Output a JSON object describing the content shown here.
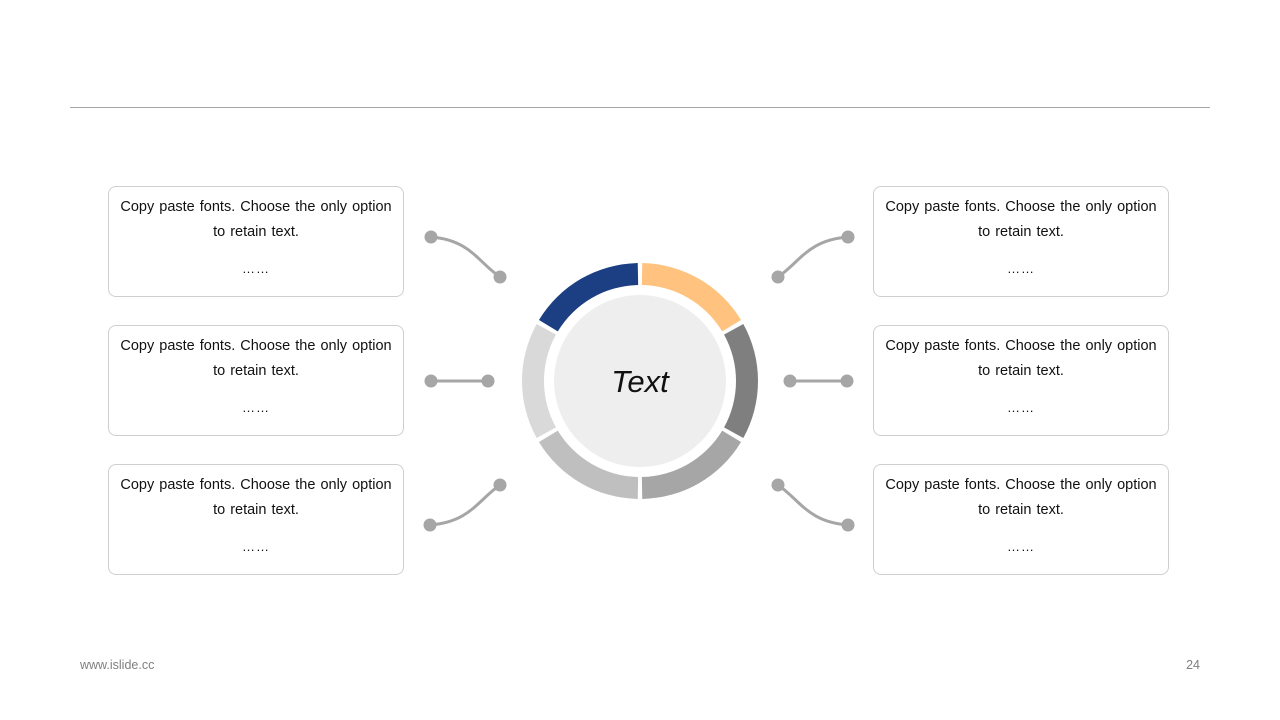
{
  "center": {
    "label": "Text"
  },
  "cards": {
    "left": [
      {
        "text": "Copy paste fonts. Choose the only option to retain text.",
        "ellipsis": "……"
      },
      {
        "text": "Copy paste fonts. Choose the only option to retain text.",
        "ellipsis": "……"
      },
      {
        "text": "Copy paste fonts. Choose the only option to retain text.",
        "ellipsis": "……"
      }
    ],
    "right": [
      {
        "text": "Copy paste fonts. Choose the only option to retain text.",
        "ellipsis": "……"
      },
      {
        "text": "Copy paste fonts. Choose the only option to retain text.",
        "ellipsis": "……"
      },
      {
        "text": "Copy paste fonts. Choose the only option to retain text.",
        "ellipsis": "……"
      }
    ]
  },
  "ring_segments": [
    {
      "name": "top-left",
      "color": "#1b3f82"
    },
    {
      "name": "top-right",
      "color": "#ffc37f"
    },
    {
      "name": "right",
      "color": "#7f7f7f"
    },
    {
      "name": "bottom-right",
      "color": "#a6a6a6"
    },
    {
      "name": "bottom-left",
      "color": "#bfbfbf"
    },
    {
      "name": "left",
      "color": "#d9d9d9"
    }
  ],
  "colors": {
    "connector": "#a6a6a6",
    "center_fill": "#eeeeee"
  },
  "footer": {
    "website": "www.islide.cc",
    "page_number": "24"
  }
}
